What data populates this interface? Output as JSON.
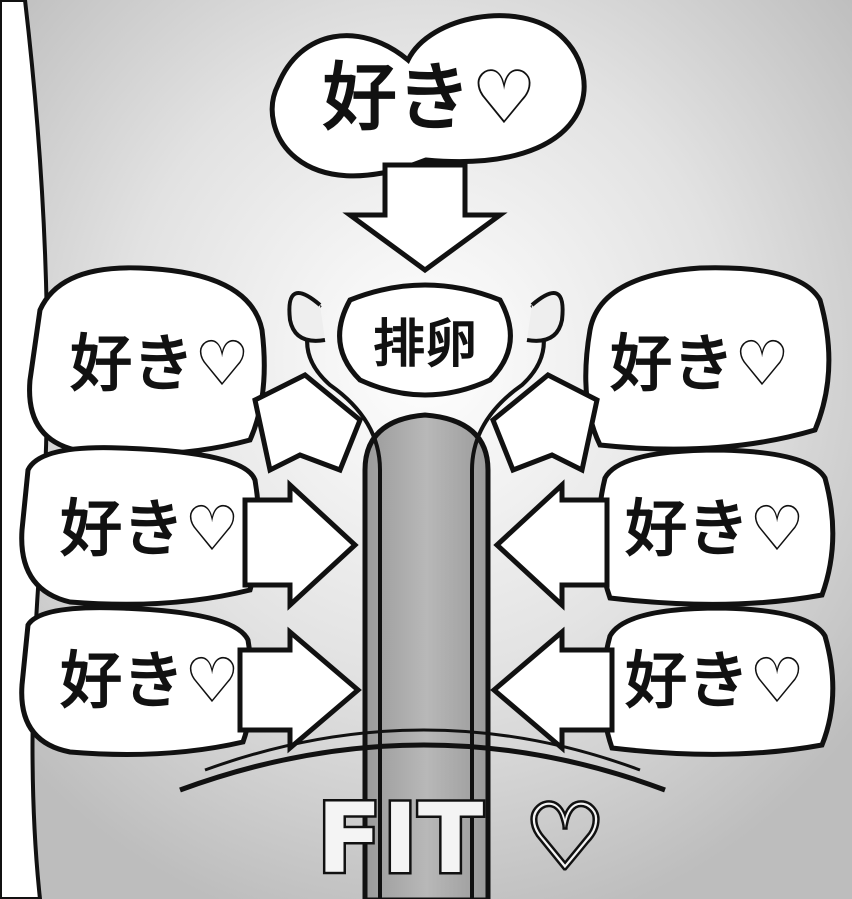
{
  "panel": {
    "top_bubble": "好き♡",
    "center_label": "排卵",
    "left_bubbles": [
      "好き♡",
      "好き♡",
      "好き♡"
    ],
    "right_bubbles": [
      "好き♡",
      "好き♡",
      "好き♡"
    ],
    "bottom_text": "FIT",
    "bottom_heart": "♡"
  },
  "colors": {
    "ink": "#111111",
    "paper": "#ffffff",
    "screentone": "#c8c8c8",
    "shaft": "#a8a8a8"
  }
}
